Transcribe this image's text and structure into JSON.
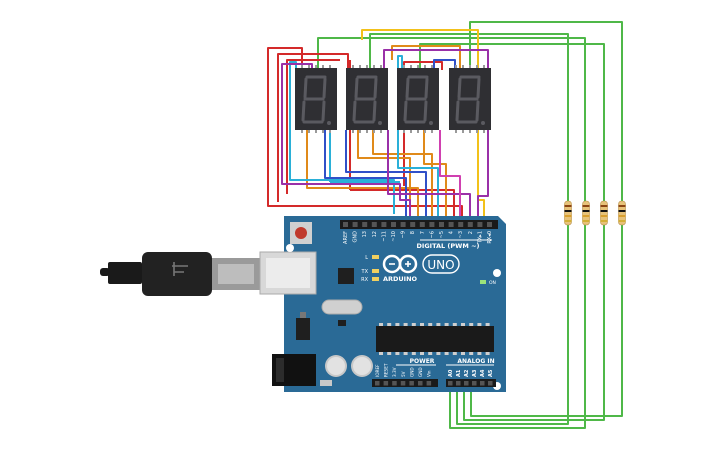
{
  "board": {
    "brand": "ARDUINO",
    "model": "UNO",
    "digital_header": "DIGITAL (PWM ~)",
    "power_header": "POWER",
    "analog_header": "ANALOG IN",
    "on_label": "ON",
    "led_l": "L",
    "led_tx": "TX",
    "led_rx": "RX",
    "top_pins": [
      "AREF",
      "GND",
      "13",
      "12",
      "~11",
      "~10",
      "~9",
      "8",
      "7",
      "~6",
      "~5",
      "4",
      "~3",
      "2",
      "TX▸1",
      "RX◂0"
    ],
    "power_pins": [
      "IOREF",
      "RESET",
      "3.3V",
      "5V",
      "GND",
      "GND",
      "Vin"
    ],
    "analog_pins": [
      "A0",
      "A1",
      "A2",
      "A3",
      "A4",
      "A5"
    ]
  },
  "displays": {
    "count": 4,
    "glyph": "8.",
    "case_color": "#2f2f33",
    "segment_color": "#5a5a60"
  },
  "resistors": {
    "count": 4
  },
  "wire_colors": {
    "red": "#d42a2a",
    "orange": "#e08a1a",
    "yellow": "#f2c11a",
    "green": "#4fb848",
    "cyan": "#2ab0d8",
    "blue": "#3050c8",
    "purple": "#9a30a8",
    "pink": "#d040b0"
  },
  "board_color": "#2a6a96",
  "usb_color": "#1a1a1a"
}
